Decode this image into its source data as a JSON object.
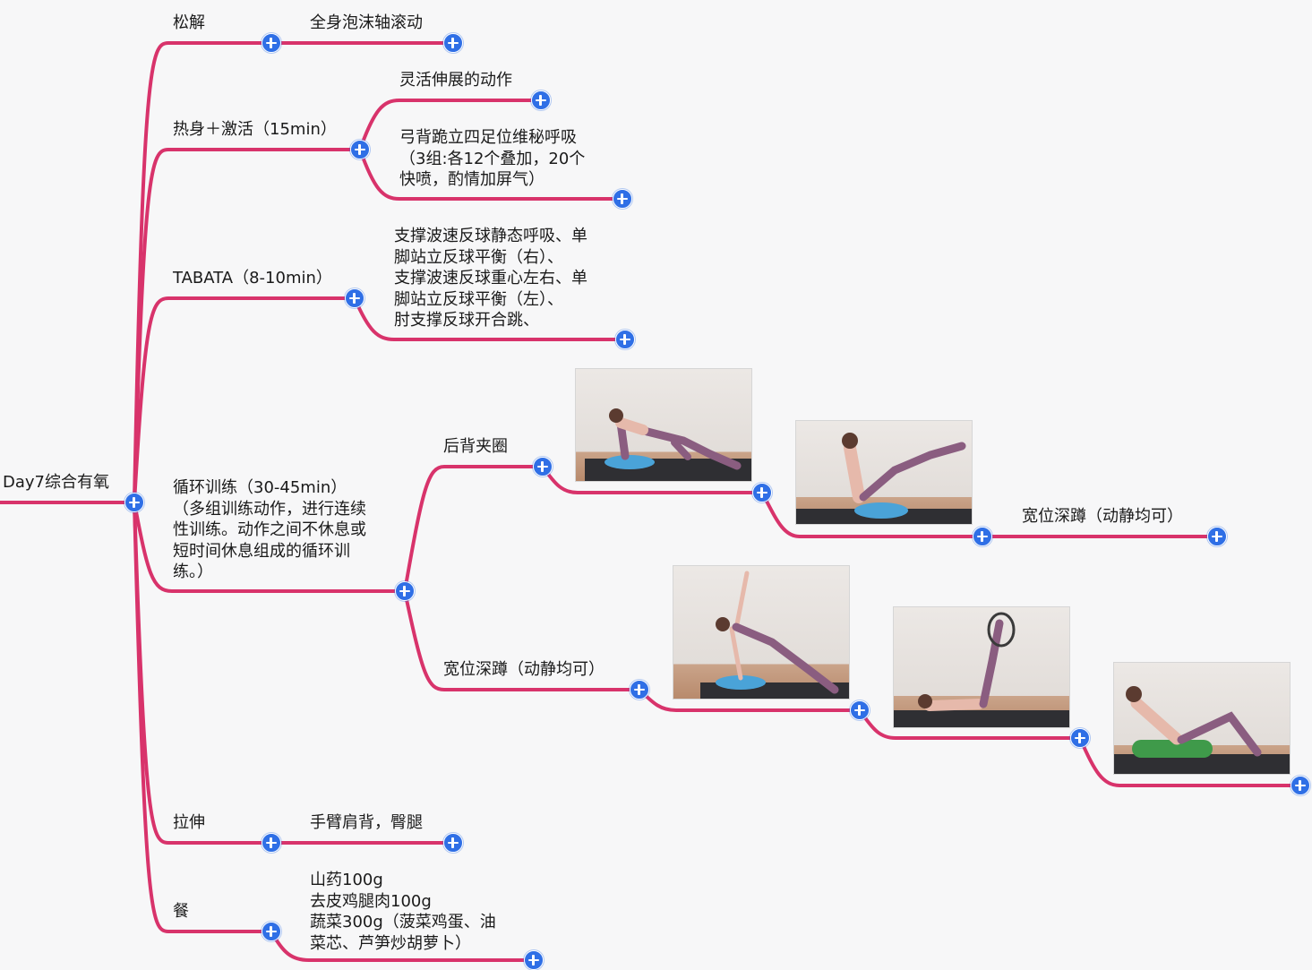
{
  "colors": {
    "branch": "#d8336b",
    "expand_button": "#2f6fe6",
    "text": "#1a1a1a",
    "background": "#f7f7f8"
  },
  "root": {
    "label": "Day7综合有氧"
  },
  "branches": [
    {
      "label": "松解",
      "children": [
        {
          "label": "全身泡沫轴滚动"
        }
      ]
    },
    {
      "label": "热身＋激活（15min）",
      "children": [
        {
          "label": "灵活伸展的动作"
        },
        {
          "label_lines": [
            "弓背跪立四足位维秘呼吸",
            "（3组:各12个叠加，20个",
            "快喷，酌情加屏气）"
          ]
        }
      ]
    },
    {
      "label": "TABATA（8-10min）",
      "children": [
        {
          "label_lines": [
            "支撑波速反球静态呼吸、单",
            "脚站立反球平衡（右）、",
            "支撑波速反球重心左右、单",
            "脚站立反球平衡（左）、",
            "肘支撑反球开合跳、"
          ]
        }
      ]
    },
    {
      "label_lines": [
        "循环训练（30-45min）",
        "（多组训练动作，进行连续",
        "性训练。动作之间不休息或",
        "短时间休息组成的循环训",
        "练。）"
      ],
      "children": [
        {
          "label": "后背夹圈",
          "chain": [
            {
              "image": "plank-on-bosu-photo"
            },
            {
              "image": "v-sit-on-bosu-photo"
            },
            {
              "label": "宽位深蹲（动静均可）"
            }
          ]
        },
        {
          "label": "宽位深蹲（动静均可）",
          "chain": [
            {
              "image": "side-plank-on-bosu-photo"
            },
            {
              "image": "leg-raise-with-ring-photo"
            },
            {
              "image": "crunch-on-foam-roller-photo"
            }
          ]
        }
      ]
    },
    {
      "label": "拉伸",
      "children": [
        {
          "label": "手臂肩背，臀腿"
        }
      ]
    },
    {
      "label": "餐",
      "children": [
        {
          "label_lines": [
            "山药100g",
            "去皮鸡腿肉100g",
            "蔬菜300g（菠菜鸡蛋、油",
            "菜芯、芦笋炒胡萝卜）"
          ]
        }
      ]
    }
  ]
}
